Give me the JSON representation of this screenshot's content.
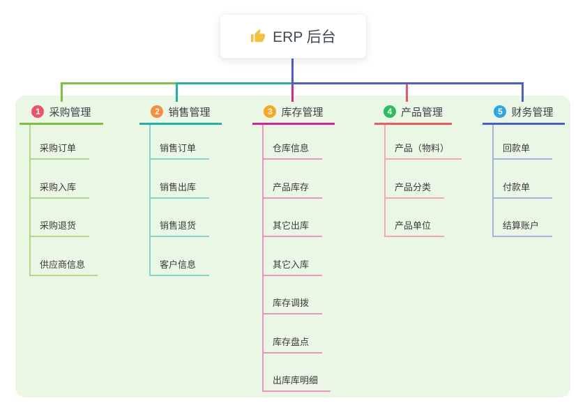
{
  "root": {
    "title": "ERP 后台",
    "icon": "thumbs-up-icon"
  },
  "panel": {
    "background": "#ebf7e5"
  },
  "connector": {
    "root_color": "#4a5ed0"
  },
  "branches": [
    {
      "number": "1",
      "title": "采购管理",
      "colors": {
        "main": "#7dc23e",
        "light": "#aeda86",
        "circle": "#f2506a"
      },
      "children": [
        "采购订单",
        "采购入库",
        "采购退货",
        "供应商信息"
      ]
    },
    {
      "number": "2",
      "title": "销售管理",
      "colors": {
        "main": "#20b2a6",
        "light": "#84d4cd",
        "circle": "#fa8c3e"
      },
      "children": [
        "销售订单",
        "销售出库",
        "销售退货",
        "客户信息"
      ]
    },
    {
      "number": "3",
      "title": "库存管理",
      "colors": {
        "main": "#da2398",
        "light": "#ef93c3",
        "circle": "#f7a723"
      },
      "children": [
        "仓库信息",
        "产品库存",
        "其它出库",
        "其它入库",
        "库存调拨",
        "库存盘点",
        "出库库明细"
      ]
    },
    {
      "number": "4",
      "title": "产品管理",
      "colors": {
        "main": "#f25662",
        "light": "#f8a6aa",
        "circle": "#29bf5c"
      },
      "children": [
        "产品（物料）",
        "产品分类",
        "产品单位"
      ]
    },
    {
      "number": "5",
      "title": "财务管理",
      "colors": {
        "main": "#4a5ed0",
        "light": "#a3b2e0",
        "circle": "#2da7e2"
      },
      "children": [
        "回款单",
        "付款单",
        "结算账户"
      ]
    }
  ]
}
